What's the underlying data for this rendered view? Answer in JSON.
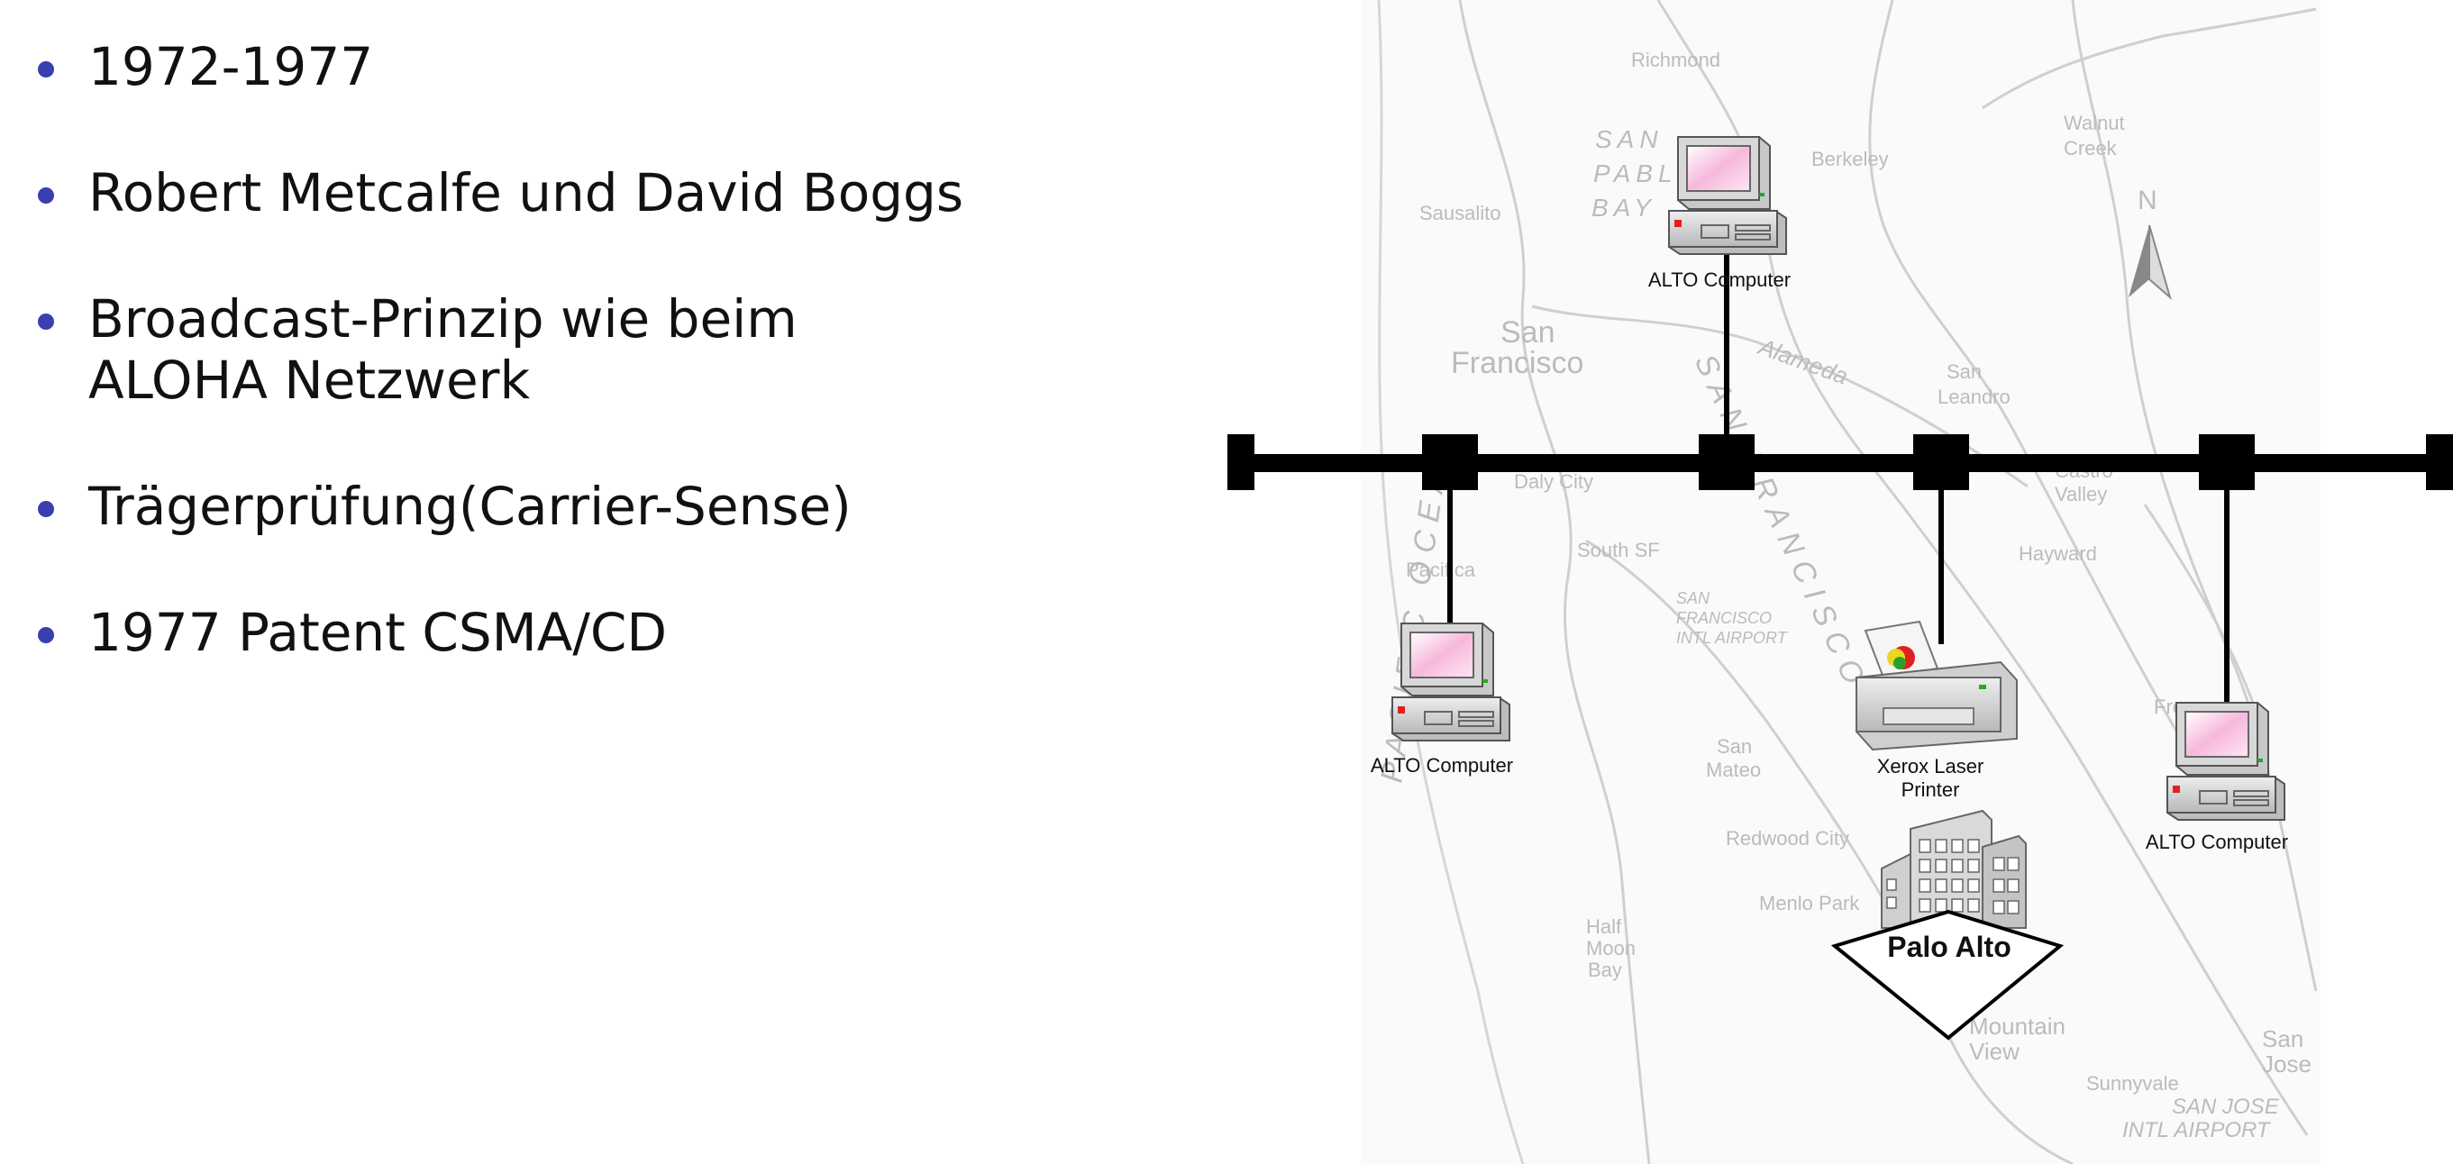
{
  "bullets": [
    {
      "text": "1972-1977"
    },
    {
      "text": "Robert Metcalfe und David Boggs"
    },
    {
      "text": "Broadcast-Prinzip wie beim ALOHA Netzwerk"
    },
    {
      "text": "Trägerprüfung(Carrier-Sense)"
    },
    {
      "text": "1977 Patent CSMA/CD"
    }
  ],
  "diagram": {
    "computer_top": "ALTO Computer",
    "computer_left": "ALTO Computer",
    "computer_right": "ALTO Computer",
    "printer_line1": "Xerox Laser",
    "printer_line2": "Printer",
    "site": "Palo Alto"
  },
  "map_labels": {
    "richmond": "Richmond",
    "berkeley": "Berkeley",
    "walnut_creek_1": "Walnut",
    "walnut_creek_2": "Creek",
    "san_pablo_1": "SAN",
    "san_pablo_2": "PABLO",
    "san_pablo_3": "BAY",
    "sausalito": "Sausalito",
    "san_francisco_1": "San",
    "san_francisco_2": "Francisco",
    "alameda": "Alameda",
    "san_leandro_1": "San",
    "san_leandro_2": "Leandro",
    "daly_city": "Daly City",
    "castro_valley_1": "Castro",
    "castro_valley_2": "Valley",
    "hayward": "Hayward",
    "south_sf": "South SF",
    "pacifica": "Pacifica",
    "pacific_ocean": "PACIFIC OCEAN",
    "sf_bay": "SAN FRANCISCO",
    "sfo_1": "SAN",
    "sfo_2": "FRANCISCO",
    "sfo_3": "INTL AIRPORT",
    "san_mateo_1": "San",
    "san_mateo_2": "Mateo",
    "fremont": "Fremont",
    "redwood_city": "Redwood City",
    "menlo_park": "Menlo Park",
    "half_moon_bay_1": "Half",
    "half_moon_bay_2": "Moon",
    "half_moon_bay_3": "Bay",
    "mountain_view_1": "Mountain",
    "mountain_view_2": "View",
    "sunnyvale": "Sunnyvale",
    "san_jose_1": "San",
    "san_jose_2": "Jose",
    "sj_airport_1": "SAN JOSE",
    "sj_airport_2": "INTL AIRPORT",
    "north": "N"
  }
}
